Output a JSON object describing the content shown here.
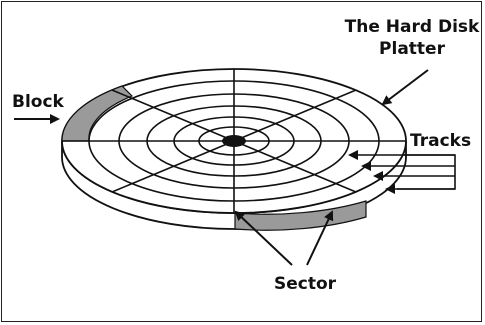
{
  "diagram": {
    "labels": {
      "title_line1": "The Hard Disk",
      "title_line2": "Platter",
      "block": "Block",
      "tracks": "Tracks",
      "sector": "Sector"
    },
    "colors": {
      "stroke": "#111111",
      "shade": "#9a9a9a",
      "background": "#ffffff"
    }
  }
}
